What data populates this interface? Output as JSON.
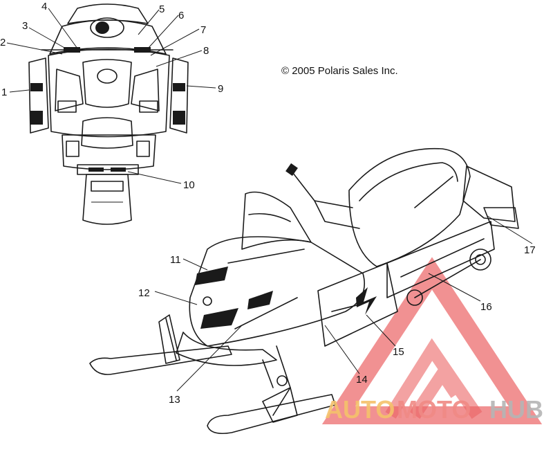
{
  "copyright": "© 2005 Polaris Sales Inc.",
  "callouts": [
    "1",
    "2",
    "3",
    "4",
    "5",
    "6",
    "7",
    "8",
    "9",
    "10",
    "11",
    "12",
    "13",
    "14",
    "15",
    "16",
    "17"
  ],
  "watermark": {
    "part1": "AUTO",
    "part2": "MOTO",
    "part3": "HUB",
    "color_auto": "#f5c26b",
    "color_moto": "#f08a85",
    "color_hub": "#b5b5b5",
    "triangle_color": "#e8474a"
  }
}
